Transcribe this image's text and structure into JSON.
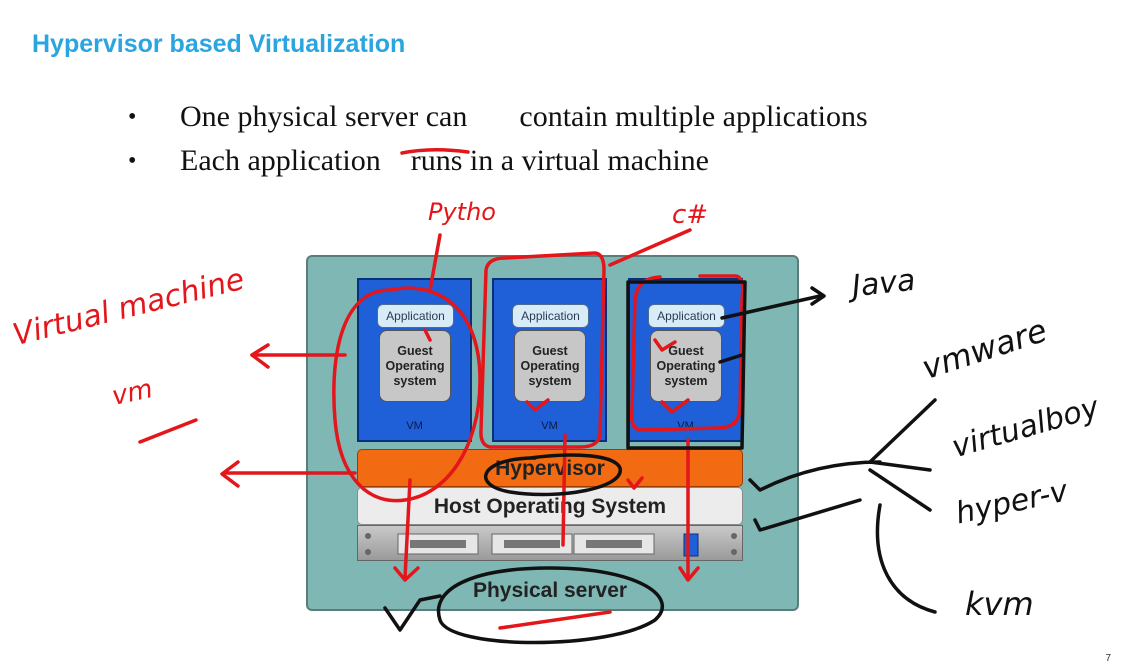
{
  "slide": {
    "title": "Hypervisor based Virtualization",
    "bullets": [
      {
        "text_a": "One physical server can",
        "text_b": "contain multiple applications"
      },
      {
        "text_a": "Each  application",
        "text_b": "runs  in a virtual  machine"
      }
    ],
    "page_number": "7"
  },
  "diagram": {
    "vms": [
      {
        "app": "Application",
        "guest": [
          "Guest",
          "Operating",
          "system"
        ],
        "label": "VM"
      },
      {
        "app": "Application",
        "guest": [
          "Guest",
          "Operating",
          "system"
        ],
        "label": "VM"
      },
      {
        "app": "Application",
        "guest": [
          "Guest",
          "Operating",
          "system"
        ],
        "label": "VM"
      }
    ],
    "hypervisor": "Hypervisor",
    "host_os": "Host Operating System",
    "physical_server": "Physical server"
  },
  "annotations": {
    "virtual_machine": "Virtual machine",
    "vm": "vm",
    "python": "Pytho",
    "csharp": "c#",
    "java": "Java",
    "vmware": "vmware",
    "virtualbox": "virtualboy",
    "hyperv": "hyper-v",
    "kvm": "kvm"
  },
  "colors": {
    "title": "#2aa5e0",
    "ink_red": "#e3161b",
    "ink_black": "#111111",
    "vm_blue": "#1f5fd7",
    "hypervisor_orange": "#f26a12",
    "server_teal": "#7fb7b5"
  }
}
